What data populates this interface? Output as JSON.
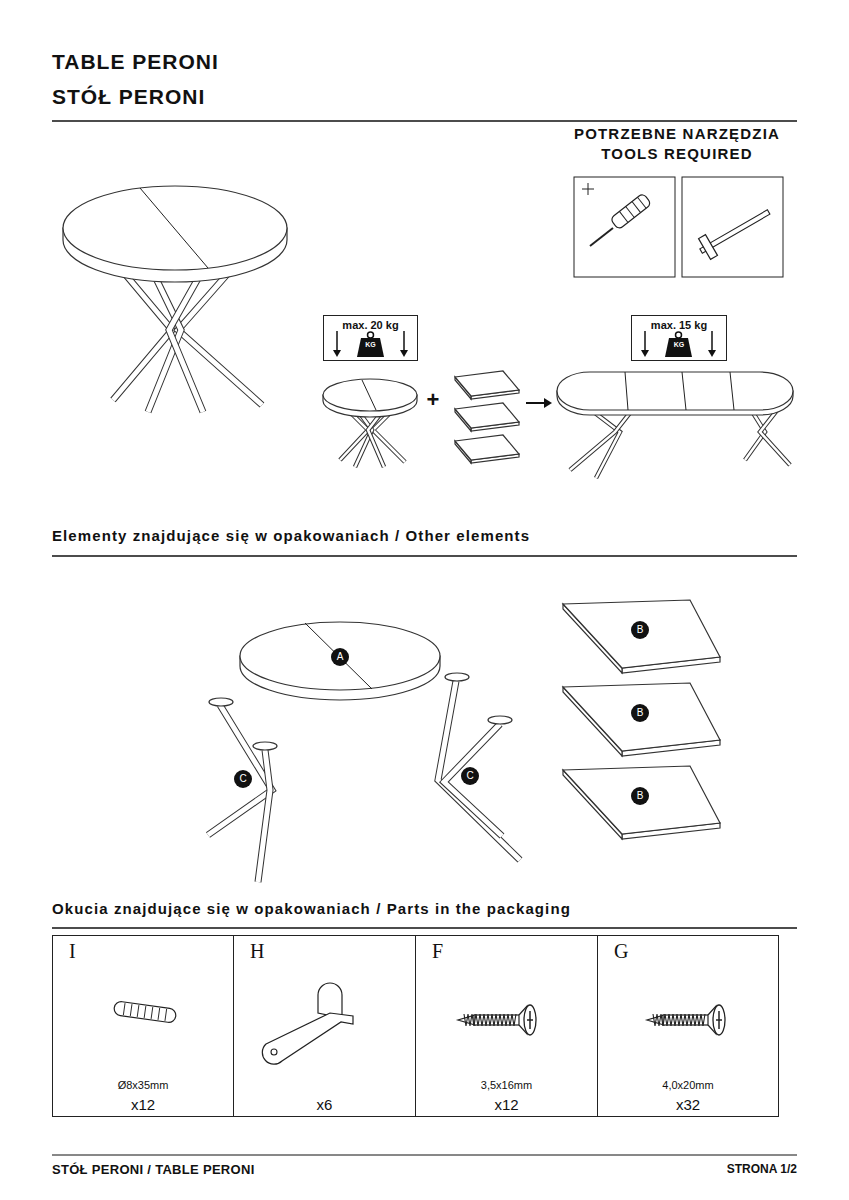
{
  "diagram": {
    "title": "TABLE PERONI",
    "nodes": [
      {
        "text": [
          "max. 20 kg",
          "KG"
        ]
      },
      {
        "text": [
          "max. 15 kg",
          "KG"
        ]
      },
      {
        "text": [
          "A"
        ]
      },
      {
        "text": [
          "B"
        ]
      },
      {
        "text": [
          "B"
        ]
      },
      {
        "text": [
          "B"
        ]
      },
      {
        "text": [
          "C"
        ]
      },
      {
        "text": [
          "C"
        ]
      },
      {
        "text": [
          "I",
          "Ø8x35mm",
          "x12"
        ]
      },
      {
        "text": [
          "H",
          "x6"
        ]
      },
      {
        "text": [
          "F",
          "3,5x16mm",
          "x12"
        ]
      },
      {
        "text": [
          "G",
          "4,0x20mm",
          "x32"
        ]
      }
    ],
    "labels": [
      "STÓŁ PERONI",
      "POTRZEBNE NARZĘDZIA",
      "TOOLS REQUIRED",
      "+",
      "Elementy znajdujące się w opakowaniach / Other elements",
      "Okucia znajdujące się w opakowaniach / Parts in the packaging",
      "STÓŁ PERONI / TABLE PERONI",
      "STRONA 1/2"
    ]
  }
}
